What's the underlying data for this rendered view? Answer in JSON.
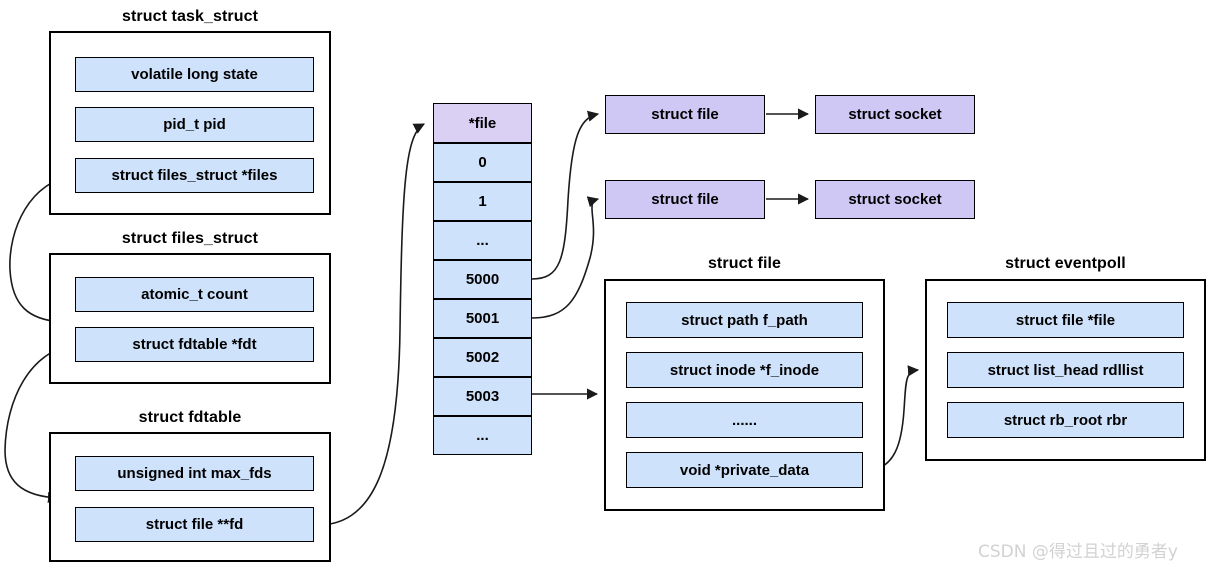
{
  "diagram": {
    "title": "linux-fd-to-struct-file-relationship",
    "colors": {
      "field_fill": "#cfe2fb",
      "node_fill": "#cfc8f4",
      "head_cell_fill": "#d9d0f3",
      "stroke": "#000000",
      "background": "#ffffff",
      "watermark": "#d2d2d2"
    },
    "groups": [
      {
        "id": "task-struct",
        "label": "struct task_struct",
        "fields": [
          "volatile long state",
          "pid_t pid",
          "struct files_struct *files"
        ]
      },
      {
        "id": "files-struct",
        "label": "struct files_struct",
        "fields": [
          "atomic_t count",
          "struct fdtable *fdt"
        ]
      },
      {
        "id": "fdtable",
        "label": "struct fdtable",
        "fields": [
          "unsigned int max_fds",
          "struct file **fd"
        ]
      },
      {
        "id": "struct-file",
        "label": "struct file",
        "fields": [
          "struct path f_path",
          "struct inode *f_inode",
          "......",
          "void *private_data"
        ]
      },
      {
        "id": "eventpoll",
        "label": "struct eventpoll",
        "fields": [
          "struct file *file",
          "struct list_head rdllist",
          "struct rb_root rbr"
        ]
      }
    ],
    "fd_array": {
      "id": "fd-array",
      "cells": [
        "*file",
        "0",
        "1",
        "...",
        "5000",
        "5001",
        "5002",
        "5003",
        "..."
      ]
    },
    "nodes": [
      {
        "id": "struct-file-node-1",
        "label": "struct file"
      },
      {
        "id": "struct-socket-node-1",
        "label": "struct socket"
      },
      {
        "id": "struct-file-node-2",
        "label": "struct file"
      },
      {
        "id": "struct-socket-node-2",
        "label": "struct socket"
      }
    ],
    "watermark": "CSDN @得过且过的勇者y"
  }
}
